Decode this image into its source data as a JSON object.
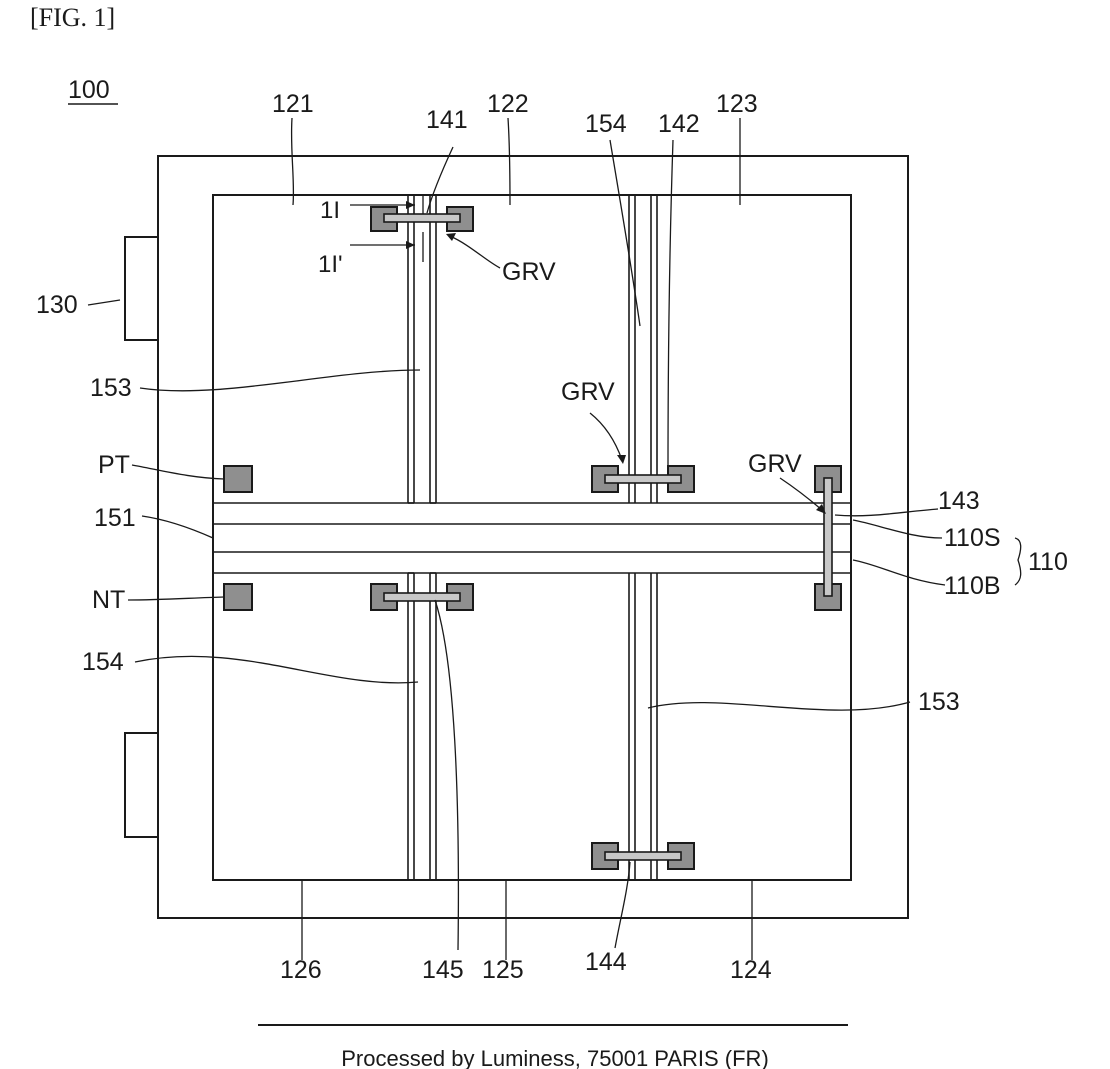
{
  "figure": {
    "title": "[FIG. 1]",
    "ref_main": "100",
    "footer": "Processed by Luminess, 75001 PARIS (FR)"
  },
  "labels": {
    "l121": "121",
    "l122": "122",
    "l123": "123",
    "l124": "124",
    "l125": "125",
    "l126": "126",
    "l130": "130",
    "l141": "141",
    "l142": "142",
    "l143": "143",
    "l144": "144",
    "l145": "145",
    "l151": "151",
    "l153a": "153",
    "l153b": "153",
    "l154a": "154",
    "l154b": "154",
    "grv1": "GRV",
    "grv2": "GRV",
    "grv3": "GRV",
    "pt": "PT",
    "nt": "NT",
    "l110s": "110S",
    "l110b": "110B",
    "l110": "110",
    "dim1": "1I",
    "dim2": "1I'"
  },
  "colors": {
    "line": "#1a1a1a",
    "pad_fill": "#8f8f8f",
    "via_fill": "#c8c8c8",
    "background": "#ffffff"
  }
}
